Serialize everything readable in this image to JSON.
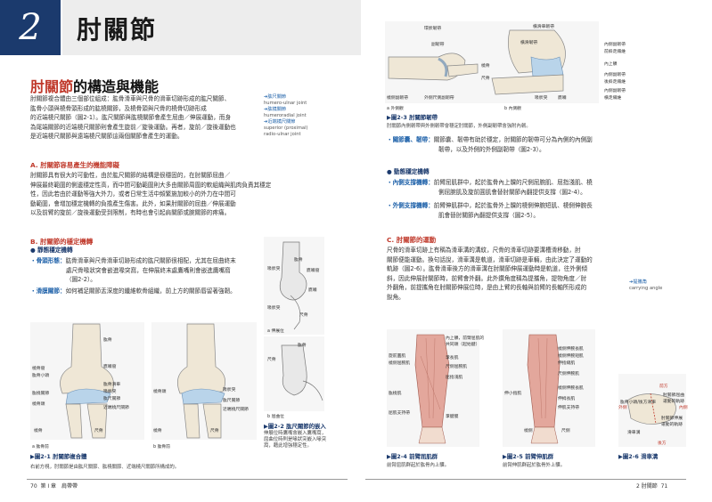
{
  "header": {
    "chapter_num": "2",
    "chapter_title": "肘關節"
  },
  "section_title": {
    "accent": "肘關節",
    "rest": "的構造與機能"
  },
  "intro": [
    "肘關節複合體由三個部位組成：肱骨滑車與尺骨的滑車切跡形成的肱尺關節、",
    "肱骨小頭與橈骨頭形成的肱橈關節，及橈骨頭與尺骨的橈骨切跡形成",
    "的近端橈尺關節（圖2-1）。肱尺關節與肱橈關節會產生屈曲／伸展運動，而身",
    "為尾端關節的近端橈尺關節則會產生旋前／旋後運動。再者，旋前／旋後運動也",
    "是近端橈尺關節與遠端橈尺關節這兩個關節會產生的運動。"
  ],
  "side_notes": [
    "➔肱尺關節",
    "humero-ulnar joint",
    "➔肱橈關節",
    "humeroradial joint",
    "➔近端橈尺關節",
    "superior (proximal)",
    "radio-ulnar joint"
  ],
  "secA": {
    "title": "A. 肘關節容易產生的機能障礙",
    "lines": [
      "肘關節具有很大的可動性，由於肱尺關節的結構是很穩固的，在肘關節屈曲／",
      "伸展最終範圍的側邊穩定性高，而中間可動範圍則大多由關節周圍的軟組織與肌肉負責其穩定",
      "性，因此若由於運動等強大外力，或者日常生活中頻繁施加較小的外力在中間可",
      "動範圍，會增加穩定機轉的負擔產生傷害。此外，如果肘關節的屈曲／伸展運動",
      "以及前臂的旋前／旋後運動受到限制，有時也會引起肩關節或腕關節的疼痛。"
    ]
  },
  "secB": {
    "title": "B. 肘關節的穩定機轉",
    "sub": "● 靜態穩定機轉",
    "bony_label": "・骨頭形態：",
    "bony_lines": [
      "肱骨滑車與尺骨滑車切跡形成的肱尺關節很相配，尤其在屈曲終末",
      "處尺骨喙狀突會嵌進喙突窩，在伸展終末處鷹嘴則會嵌進鷹嘴窩",
      "（圖2-2）。"
    ],
    "soft_label": "・滑膜關節：",
    "soft_line": "如何補足關節盂深度的纖維軟骨組織，前上方的關節唇留著強韌。"
  },
  "fig2_2": {
    "labels": [
      "肱骨",
      "喙狀突",
      "鷹嘴窩",
      "鷹嘴",
      "尺骨",
      "喙狀突"
    ],
    "sub_a": "a 伸展位",
    "sub_b": "b 屈曲位",
    "caption": "▶圖2-2  肱尺關節的嵌入",
    "desc": [
      "伸展位時鷹嘴會嵌入鷹嘴窩，",
      "屈曲位時則是喙狀突嵌入喙突",
      "窩，藉此增強穩定性。"
    ]
  },
  "fig2_1": {
    "caption": "▶圖2-1  肘關節複合體",
    "desc": "右前方視，肘關節是由肱尺關節、肱橈關節、近端橈尺關節所構成的。",
    "sub_a": "a 肱骨前",
    "sub_b": "b 肱骨前",
    "labels_a": [
      "肱骨",
      "橈骨窩",
      "肱骨小頭",
      "肱橈關節",
      "橈骨頭",
      "鷹嘴窩",
      "肱骨滑車",
      "喙狀突",
      "肱尺關節",
      "近端橈尺關節",
      "橈骨",
      "尺骨"
    ],
    "labels_b": [
      "橈骨頭",
      "喙狀突",
      "肱尺關節",
      "近端橈尺關節",
      "橈骨",
      "尺骨"
    ]
  },
  "fig2_3": {
    "caption": "▶圖2-3  肘關節韌帶",
    "desc": "肘關節內側韌帶與外側韌帶會穩定肘關節，外側副韌帶會強附內韌。",
    "sub_a": "a 外側觀",
    "sub_b": "b 內側觀",
    "labels_a": [
      "環狀韌帶",
      "副韌帶",
      "橈骨",
      "尺骨",
      "橈側副韌帶",
      "外側尺側副韌帶"
    ],
    "labels_b": [
      "橫滑車韌帶",
      "橫滑韌帶",
      "內側副韌帶",
      "前斜走纖維",
      "內上髁",
      "內側副韌帶",
      "後斜走纖維",
      "內側副韌帶",
      "橫走纖維",
      "喙狀突",
      "鷹嘴"
    ]
  },
  "right_text": {
    "l1_label": "・關節囊、韌帶：",
    "l1": [
      "關節囊、韌帶有助於穩定，肘關節的韌帶可分為內側的內側副",
      "韌帶，以及外側的外側副韌帶（圖2-3）。"
    ],
    "dyn_title": "● 動態穩定機轉",
    "med_label": "・內側支撐機轉：",
    "med": [
      "前臂屈肌群中，起於肱骨內上髁的尺側屈腕肌、屈指淺肌、橈",
      "側屈腕肌及旋前圓肌會替肘關節內翻提供支撐（圖2-4）。"
    ],
    "lat_label": "・外側支撐機轉：",
    "lat": [
      "前臂伸肌群中，起於肱骨外上髁的橈側伸腕短肌、橈側伸腕長",
      "肌會替肘關節內翻提供支撐（圖2-5）。"
    ]
  },
  "secC": {
    "title": "C. 肘關節的運動",
    "lines": [
      "尺骨的滑車切跡上有稱為滑車溝的溝紋，尺骨的滑車切跡要溝槽滑移動，肘",
      "關節便能運動。換句話說，滑車溝是軌道，滑車切跡是車輛，由此決定了運動的",
      "軌跡（圖2-6）。肱骨滑車後方的滑車溝在肘關節伸展運動時是軌道，往外側傾",
      "斜，因此伸展肘關節時，前臂會外翻。此外鑽角度稱為提攜角，提物角度／肘",
      "外翻角，前提攜角在肘關節伸展位時，是由上臂的長軸與前臂的長軸所形成的",
      "銳角。"
    ],
    "note": [
      "➔提攜角",
      "carrying angle"
    ]
  },
  "fig2_4": {
    "caption": "▶圖2-4  前臂屈肌群",
    "desc": "前臂屈肌群起於肱骨內上髁。",
    "labels": [
      "內上髁，前臂屈肌的",
      "共同頭（起始腱）",
      "掌長肌",
      "尺側屈腕肌",
      "屈指淺肌",
      "屈肌支持帶",
      "旋前圓肌",
      "橈側屈腕肌",
      "肱橈肌",
      "掌腱膜"
    ]
  },
  "fig2_5": {
    "caption": "▶圖2-5  前臂伸肌群",
    "desc": "前臂伸肌群起於肱骨外上髁。",
    "labels": [
      "橈側伸腕長肌",
      "橈側伸腕短肌",
      "伸指總肌",
      "尺側伸腕肌",
      "橈側伸腕長肌",
      "伸拇長肌",
      "伸肌支持帶",
      "伸小指肌",
      "橈側",
      "尺側"
    ]
  },
  "fig2_6": {
    "caption": "▶圖2-6  滑車溝",
    "labels": [
      "前方",
      "肱骨小頭/後方滑車",
      "外側",
      "內側",
      "肘關節屈曲",
      "運動的軌跡",
      "肘關節伸展",
      "運動的軌跡",
      "滑車溝",
      "後方"
    ]
  },
  "footer": {
    "left_num": "70",
    "left_text": "第 I 章　肩帶帶",
    "right_text": "2  肘關節",
    "right_num": "71"
  }
}
